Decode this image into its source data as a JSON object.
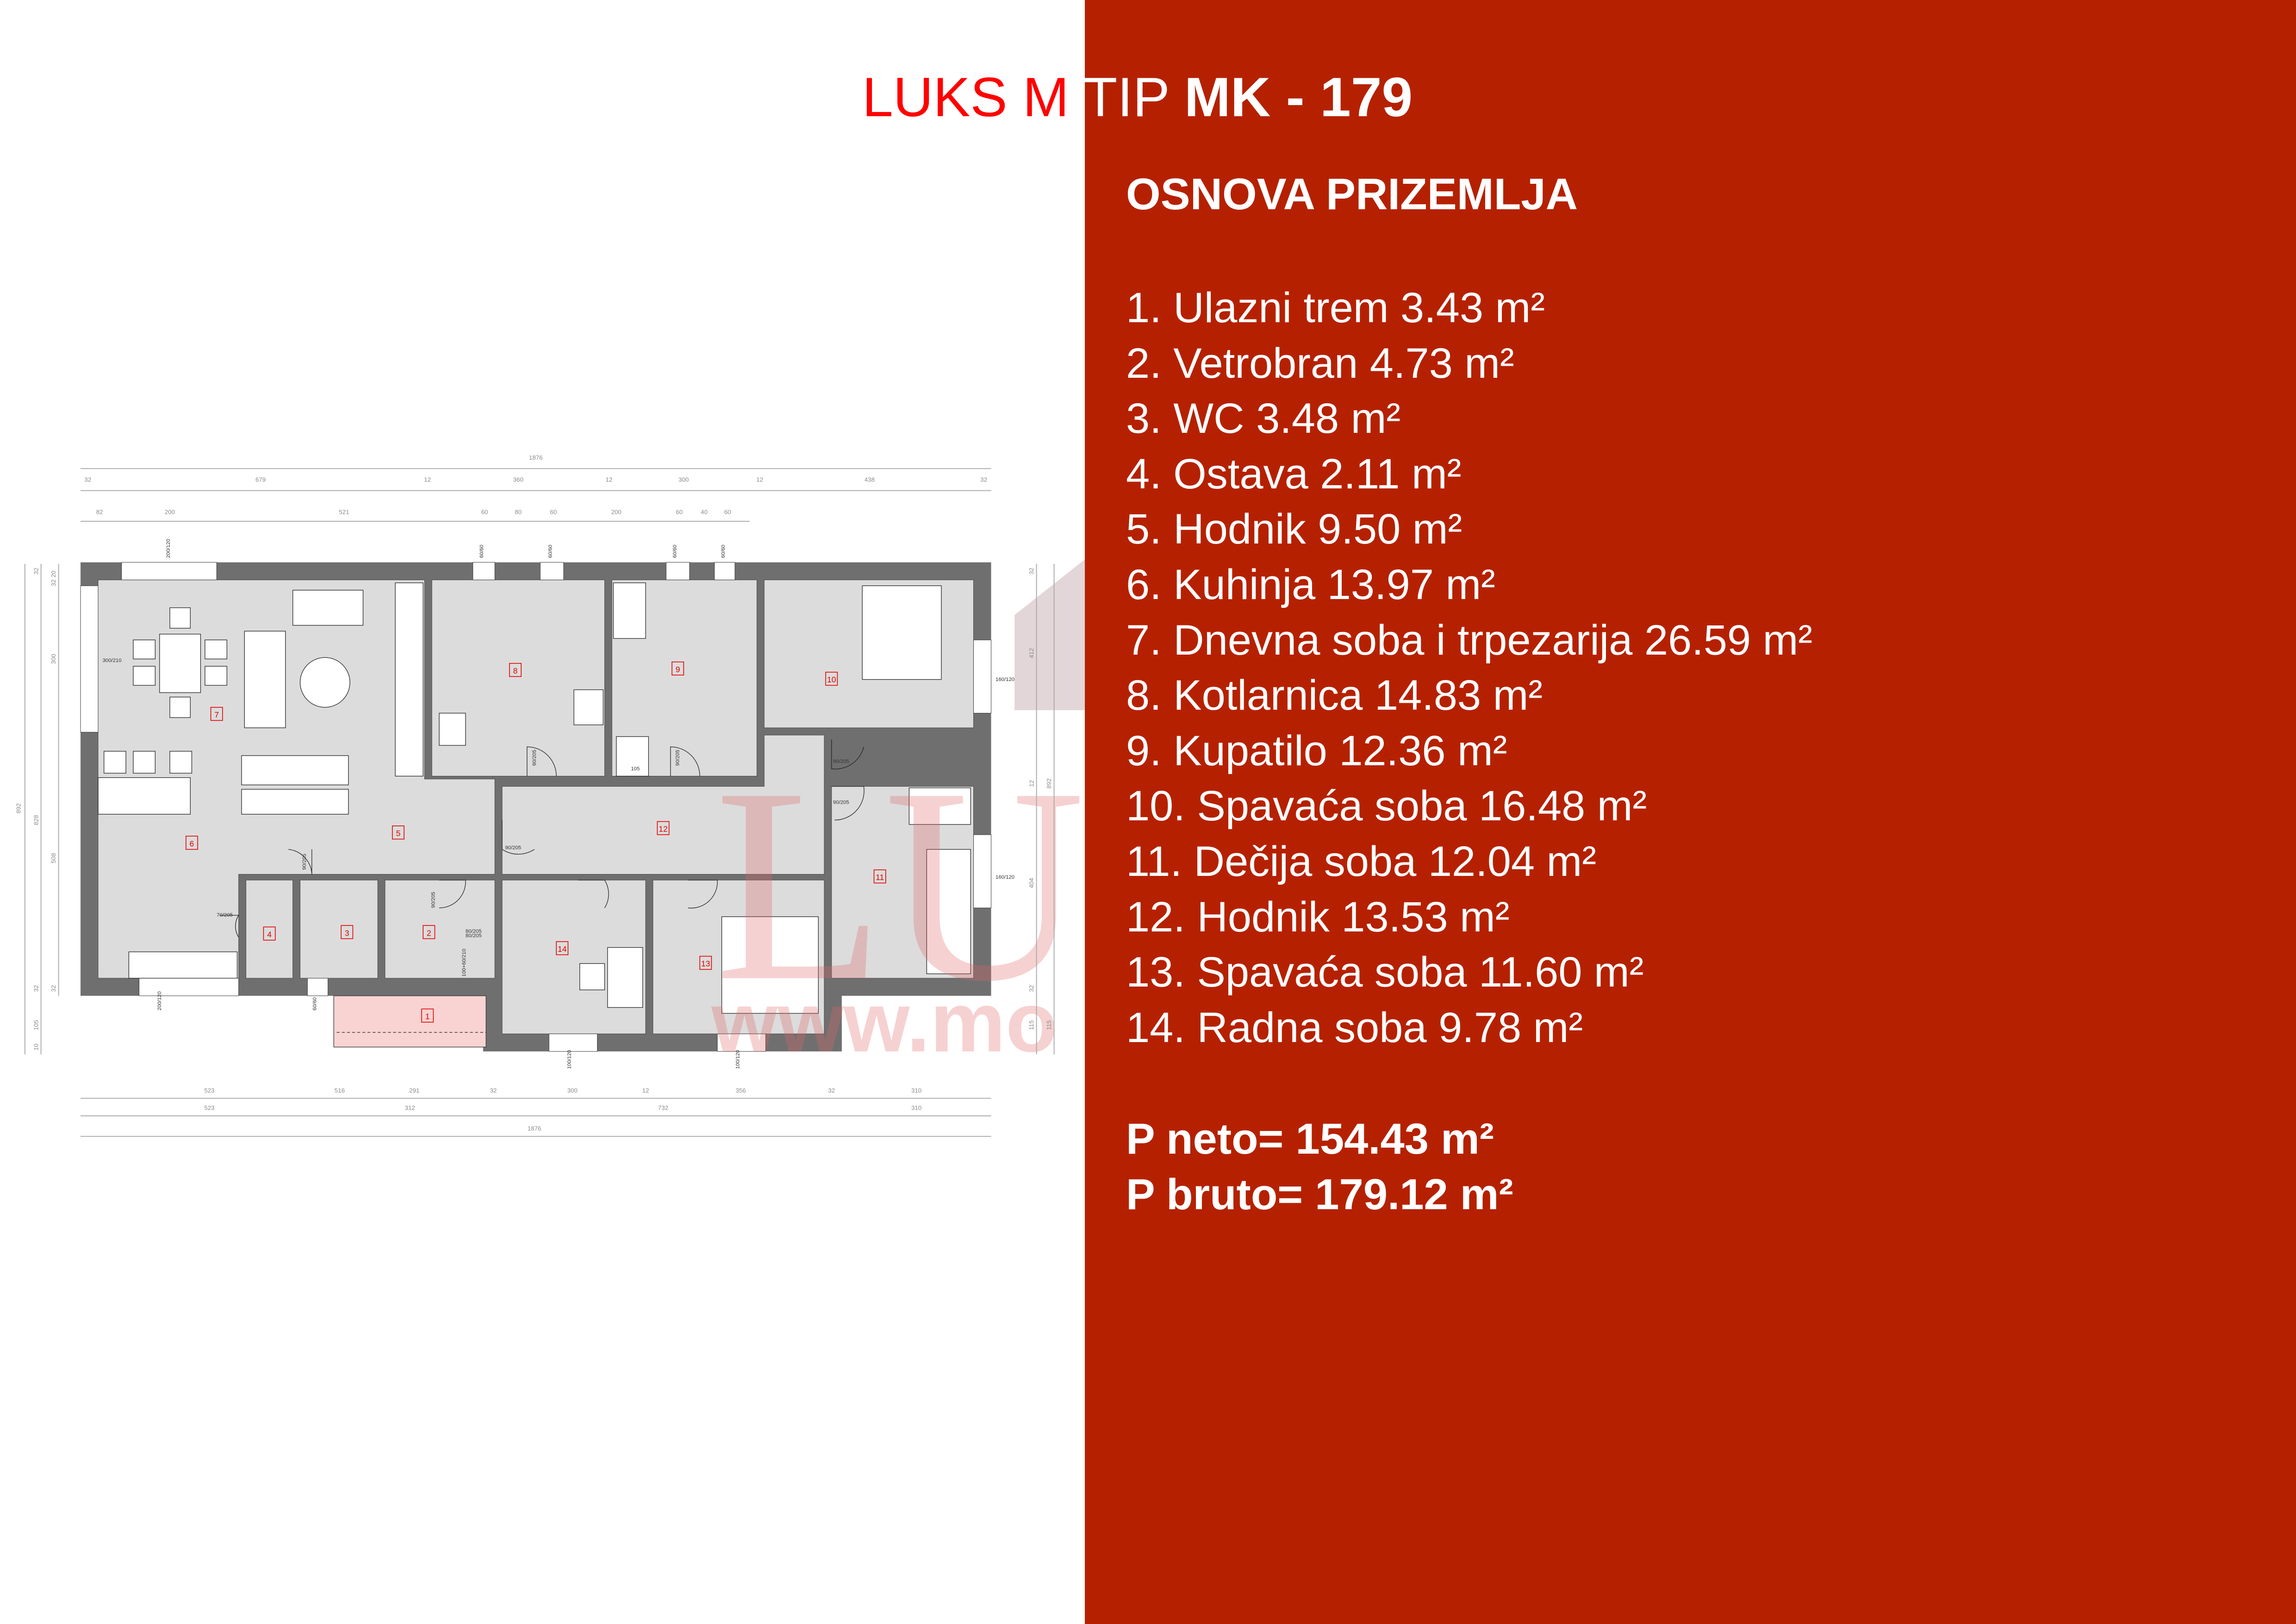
{
  "title": {
    "brand": "LUKS M",
    "tip": "TIP",
    "model": "MK - 179"
  },
  "heading": "OSNOVA PRIZEMLJA",
  "rooms": [
    "1. Ulazni trem 3.43 m²",
    "2. Vetrobran 4.73 m²",
    "3. WC 3.48 m²",
    "4. Ostava 2.11 m²",
    "5. Hodnik 9.50 m²",
    "6. Kuhinja 13.97 m²",
    "7. Dnevna soba i trpezarija 26.59 m²",
    "8. Kotlarnica 14.83 m²",
    "9. Kupatilo 12.36 m²",
    "10. Spavaća soba 16.48 m²",
    "11. Dečija soba 12.04 m²",
    "12. Hodnik 13.53 m²",
    "13. Spavaća soba 11.60 m²",
    "14. Radna soba 9.78 m²"
  ],
  "totals": {
    "neto": "P neto= 154.43 m²",
    "bruto": "P bruto= 179.12 m²"
  },
  "plan": {
    "room_numbers": [
      "1",
      "2",
      "3",
      "4",
      "5",
      "6",
      "7",
      "8",
      "9",
      "10",
      "11",
      "12",
      "13",
      "14"
    ],
    "dims_top": {
      "total": "1876",
      "row1": [
        "32",
        "679",
        "12",
        "360",
        "12",
        "300",
        "12",
        "438",
        "32"
      ],
      "row2": [
        "82",
        "200",
        "521",
        "60",
        "80",
        "60",
        "200",
        "60",
        "40",
        "60"
      ]
    },
    "dims_bottom": {
      "row1": [
        "523",
        "516",
        "291",
        "32",
        "300",
        "12",
        "356",
        "32",
        "310"
      ],
      "row2": [
        "523",
        "312",
        "732",
        "310"
      ],
      "total": "1876"
    },
    "dims_left": {
      "col1": [
        "892"
      ],
      "col2": [
        "32",
        "828",
        "32",
        "105",
        "10"
      ],
      "col3": [
        "20",
        "32",
        "300",
        "508",
        "32"
      ]
    },
    "dims_right": {
      "col1": [
        "32",
        "412",
        "12",
        "404",
        "32",
        "115"
      ],
      "col2": [
        "892",
        "115"
      ]
    },
    "door_labels": [
      "90/205",
      "90/205",
      "90/205",
      "90/205",
      "90/205",
      "90/205",
      "90/205",
      "80/205",
      "70/205",
      "80/205",
      "100+60/210",
      "105"
    ],
    "window_labels": [
      "200/120",
      "60/60",
      "60/60",
      "60/60",
      "60/60",
      "300/210",
      "160/120",
      "160/120",
      "200/120",
      "60/60",
      "100/120",
      "100/120"
    ]
  },
  "watermark": {
    "logo": "LUK",
    "url": "www.mo"
  },
  "colors": {
    "panel": "#b52100",
    "brand_red": "#ff0000",
    "wall": "#6f6f70",
    "floor": "#dcdcdc",
    "porch": "#f8d3d1"
  }
}
